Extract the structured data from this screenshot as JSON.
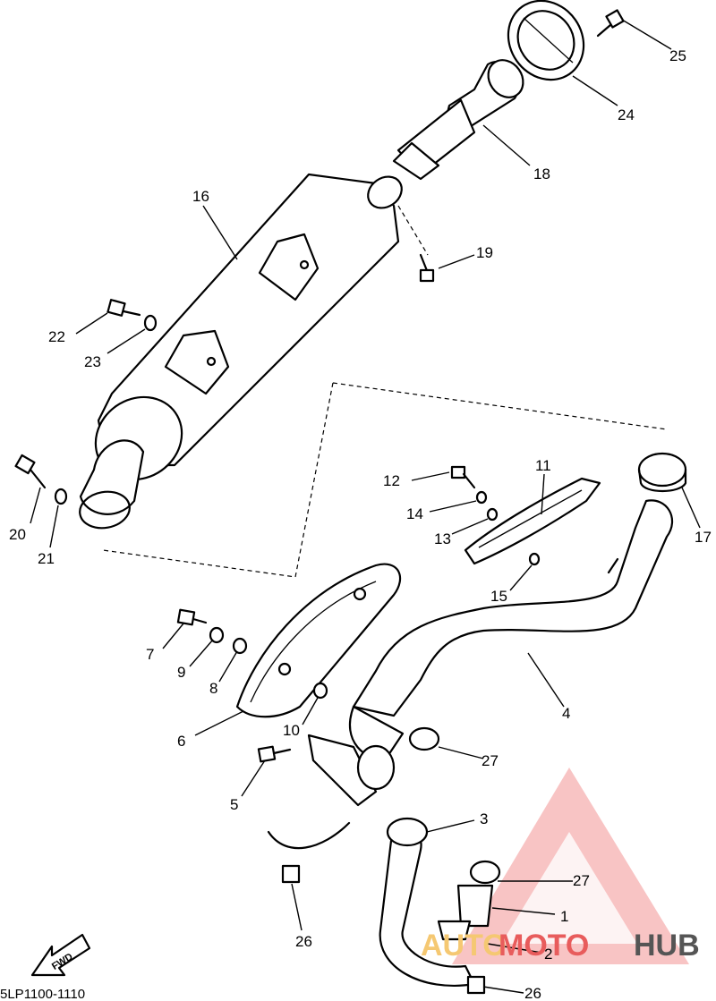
{
  "diagram": {
    "drawing_code": "5LP1100-1110",
    "fwd_label": "FWD",
    "callouts": {
      "p1": "1",
      "p2": "2",
      "p3": "3",
      "p4": "4",
      "p5": "5",
      "p6": "6",
      "p7": "7",
      "p8": "8",
      "p9": "9",
      "p10": "10",
      "p11": "11",
      "p12": "12",
      "p13": "13",
      "p14": "14",
      "p15": "15",
      "p16": "16",
      "p17": "17",
      "p18": "18",
      "p19": "19",
      "p20": "20",
      "p21": "21",
      "p22": "22",
      "p23": "23",
      "p24": "24",
      "p25": "25",
      "p26a": "26",
      "p26b": "26",
      "p27a": "27",
      "p27b": "27"
    }
  },
  "watermark": {
    "part1": "AUTO",
    "part2": "MOTO",
    "part3": "HUB",
    "colors": {
      "triangle": "#f08080",
      "auto": "#f5c872",
      "moto": "#e85c5c",
      "hub": "#555555"
    }
  }
}
